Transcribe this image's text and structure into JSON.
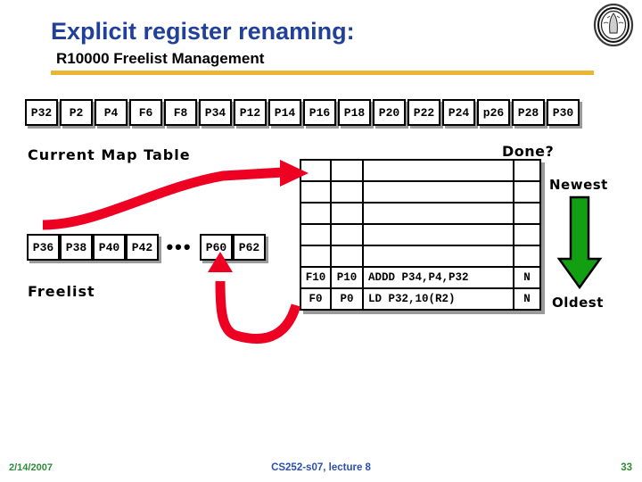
{
  "slide": {
    "title_main": "Explicit register renaming:",
    "title_sub": "R10000 Freelist Management",
    "accent_rule_color": "#EAB532",
    "title_color": "#21409A"
  },
  "logo": {
    "name": "uc-berkeley-seal"
  },
  "map_table": {
    "label": "Current Map Table",
    "registers": [
      "P32",
      "P2",
      "P4",
      "F6",
      "F8",
      "P34",
      "P12",
      "P14",
      "P16",
      "P18",
      "P20",
      "P22",
      "P24",
      "p26",
      "P28",
      "P30"
    ]
  },
  "freelist": {
    "label": "Freelist",
    "registers_head": [
      "P36",
      "P38",
      "P40",
      "P42"
    ],
    "ellipsis": "•••",
    "registers_tail": [
      "P60",
      "P62"
    ]
  },
  "rob": {
    "done_label": "Done?",
    "newest_label": "Newest",
    "oldest_label": "Oldest",
    "arrow_color": "#12A012",
    "empty_row_count": 5,
    "rows": [
      {
        "arch": "F10",
        "phys": "P10",
        "instruction": "ADDD P34,P4,P32",
        "done": "N"
      },
      {
        "arch": "F0",
        "phys": "P0",
        "instruction": "LD P32,10(R2)",
        "done": "N"
      }
    ]
  },
  "annotations": {
    "alloc_arrow_color": "#EE0022",
    "commit_arrow_color": "#EE0022"
  },
  "footer": {
    "date": "2/14/2007",
    "center": "CS252-s07, lecture 8",
    "page": "33"
  }
}
